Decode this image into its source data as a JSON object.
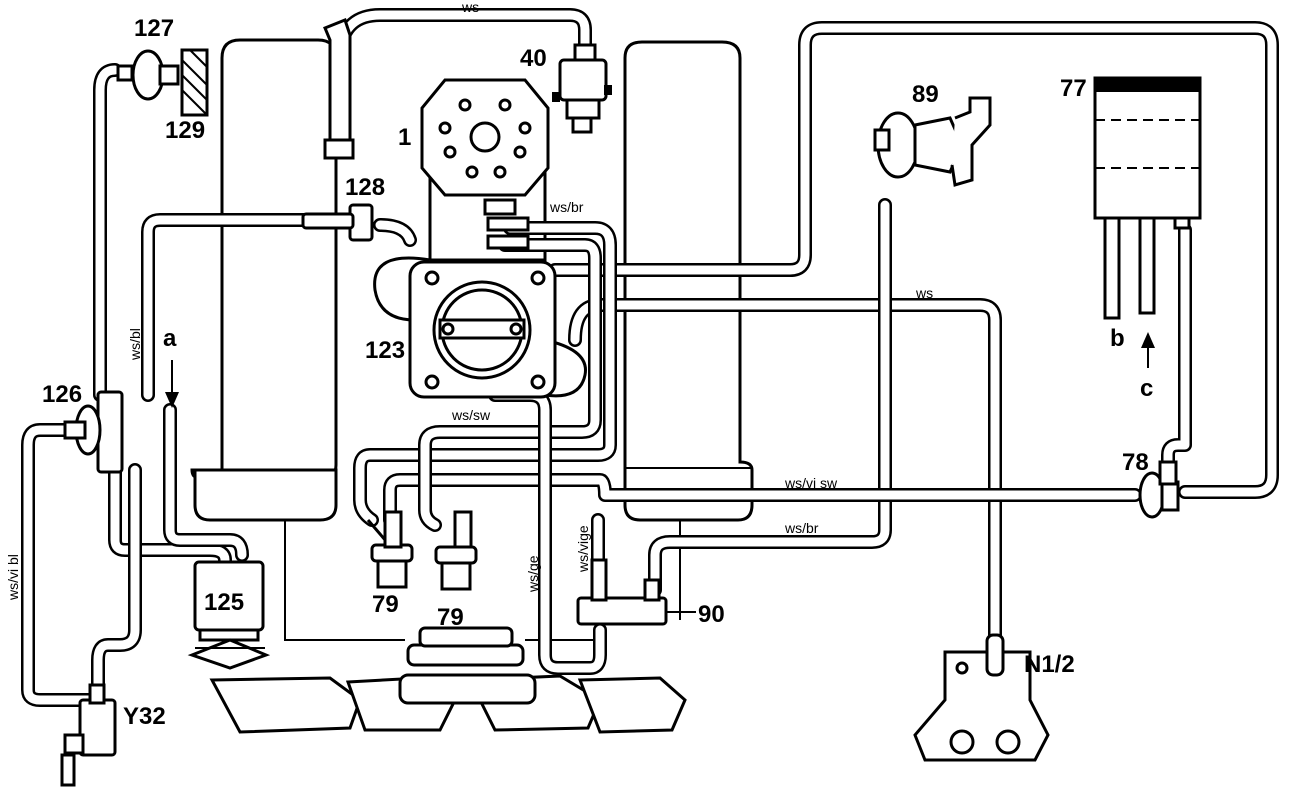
{
  "components": {
    "c1": "1",
    "c40": "40",
    "c77": "77",
    "c78": "78",
    "c79a": "79",
    "c79b": "79",
    "c89": "89",
    "c90": "90",
    "c123": "123",
    "c125": "125",
    "c126": "126",
    "c127": "127",
    "c128": "128",
    "c129": "129",
    "n12": "N1/2",
    "y32": "Y32"
  },
  "letters": {
    "a": "a",
    "b": "b",
    "c": "c"
  },
  "hoses": {
    "ws_top": "ws",
    "ws_bl": "ws/bl",
    "ws_br_throttle": "ws/br",
    "ws_right": "ws",
    "ws_sw": "ws/sw",
    "ws_vi_sw": "ws/vi sw",
    "ws_br_lower": "ws/br",
    "ws_ge": "ws/ge",
    "ws_vi_ge": "ws/vige",
    "ws_vi_bl": "ws/vi bl"
  }
}
